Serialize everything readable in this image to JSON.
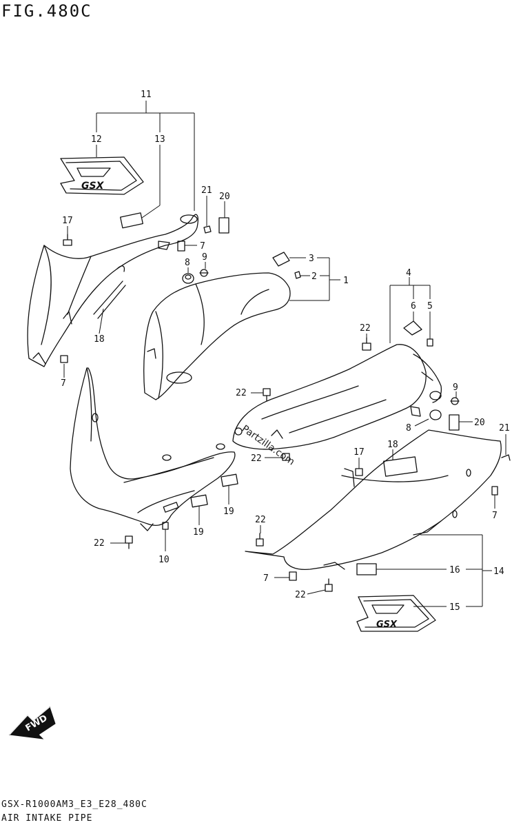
{
  "header": {
    "figure_title": "FIG.480C"
  },
  "footer": {
    "code": "GSX-R1000AM3_E3_E28_480C",
    "name": "AIR INTAKE PIPE"
  },
  "watermark": "Partzilla.com",
  "fwd_label": "FWD",
  "badge_text": "GSX",
  "callouts": [
    "11",
    "12",
    "13",
    "21",
    "20",
    "17",
    "7",
    "8",
    "9",
    "3",
    "2",
    "1",
    "18",
    "4",
    "6",
    "5",
    "22",
    "7",
    "22",
    "9",
    "20",
    "8",
    "21",
    "22",
    "18",
    "17",
    "7",
    "19",
    "19",
    "22",
    "10",
    "22",
    "7",
    "16",
    "14",
    "22",
    "15"
  ]
}
